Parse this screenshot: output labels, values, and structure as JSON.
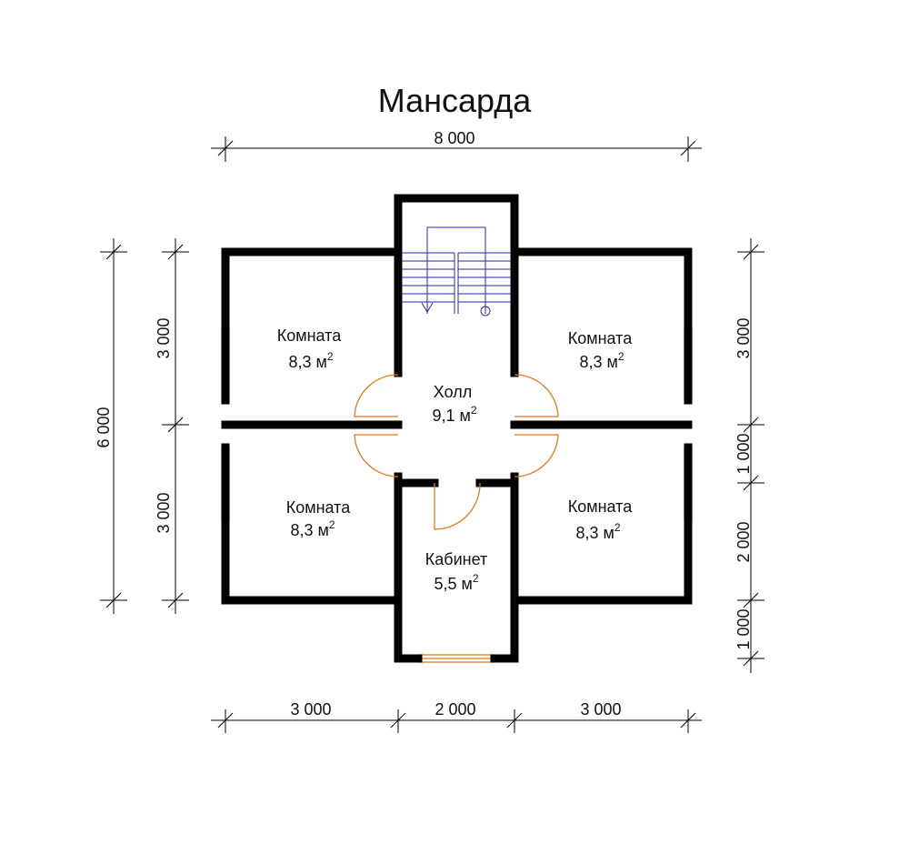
{
  "title": "Мансарда",
  "dimensions": {
    "top_total": "8 000",
    "bottom_left": "3 000",
    "bottom_mid": "2 000",
    "bottom_right": "3 000",
    "left_total": "6 000",
    "left_top": "3 000",
    "left_bottom": "3 000",
    "right_top": "3 000",
    "right_2": "1 000",
    "right_3": "2 000",
    "right_4": "1 000"
  },
  "rooms": [
    {
      "name": "Комната",
      "area": "8,3 м",
      "sup": "2"
    },
    {
      "name": "Комната",
      "area": "8,3 м",
      "sup": "2"
    },
    {
      "name": "Холл",
      "area": "9,1 м",
      "sup": "2"
    },
    {
      "name": "Комната",
      "area": "8,3 м",
      "sup": "2"
    },
    {
      "name": "Комната",
      "area": "8,3 м",
      "sup": "2"
    },
    {
      "name": "Кабинет",
      "area": "5,5 м",
      "sup": "2"
    }
  ],
  "colors": {
    "wall": "#000000",
    "door": "#e07b1a",
    "stair": "#2a2aa6"
  }
}
